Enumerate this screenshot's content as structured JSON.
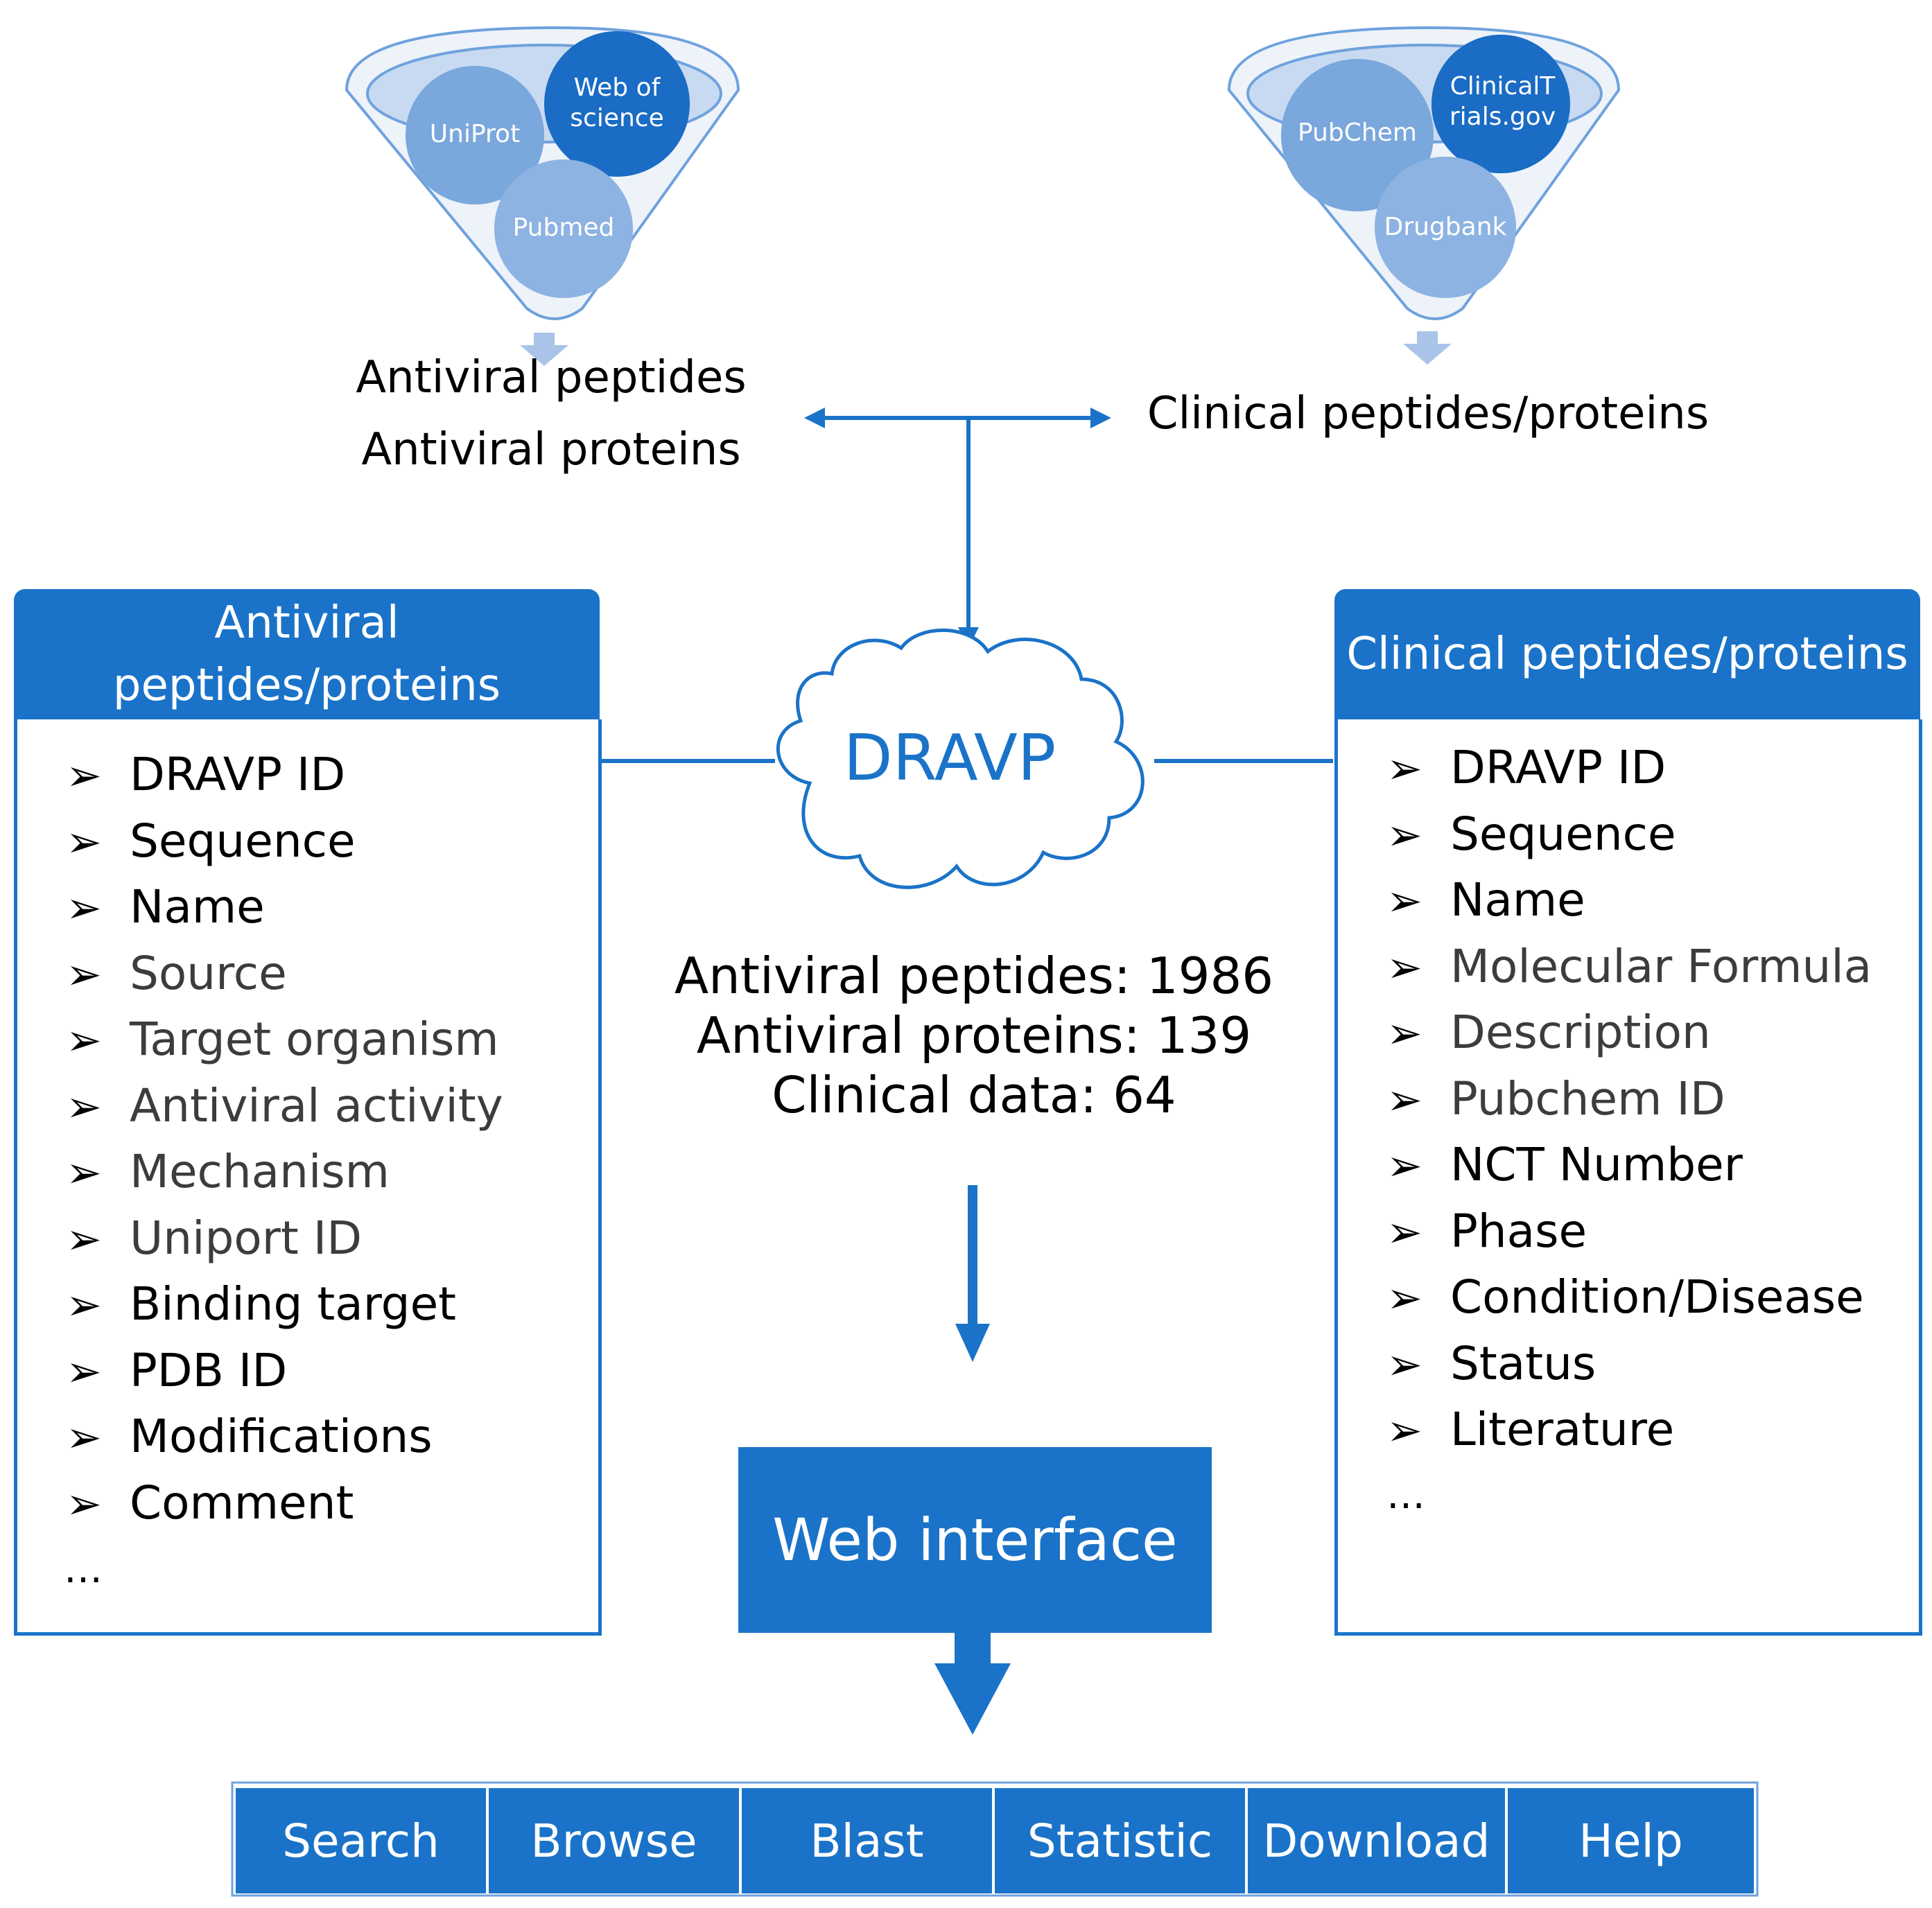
{
  "sources_left": {
    "circles": [
      "UniProt",
      "Web of science",
      "Pubmed"
    ]
  },
  "sources_right": {
    "circles": [
      "PubChem",
      "ClinicalT rials.gov",
      "Drugbank"
    ]
  },
  "collected_left": [
    "Antiviral peptides",
    "Antiviral proteins"
  ],
  "collected_right": "Clinical peptides/proteins",
  "hub": "DRAVP",
  "stats": [
    "Antiviral peptides: 1986",
    "Antiviral proteins: 139",
    "Clinical data: 64"
  ],
  "left_panel": {
    "title": "Antiviral peptides/proteins",
    "items": [
      "DRAVP ID",
      "Sequence",
      "Name",
      "Source",
      "Target organism",
      "Antiviral activity",
      "Mechanism",
      "Uniport ID",
      "Binding target",
      "PDB ID",
      "Modifications",
      "Comment"
    ],
    "more": "…"
  },
  "right_panel": {
    "title": "Clinical peptides/proteins",
    "items": [
      "DRAVP ID",
      "Sequence",
      "Name",
      "Molecular Formula",
      "Description",
      "Pubchem ID",
      "NCT Number",
      "Phase",
      "Condition/Disease",
      "Status",
      "Literature"
    ],
    "more": "…"
  },
  "web_interface": "Web interface",
  "tabs": [
    "Search",
    "Browse",
    "Blast",
    "Statistic",
    "Download",
    "Help"
  ],
  "colors": {
    "primary": "#1a73c8",
    "circle_dark": "#1a6cc4",
    "circle_light": "#7aa7dc",
    "funnel_fill": "#e3ecf7",
    "arrow_light": "#a9c4e8"
  }
}
